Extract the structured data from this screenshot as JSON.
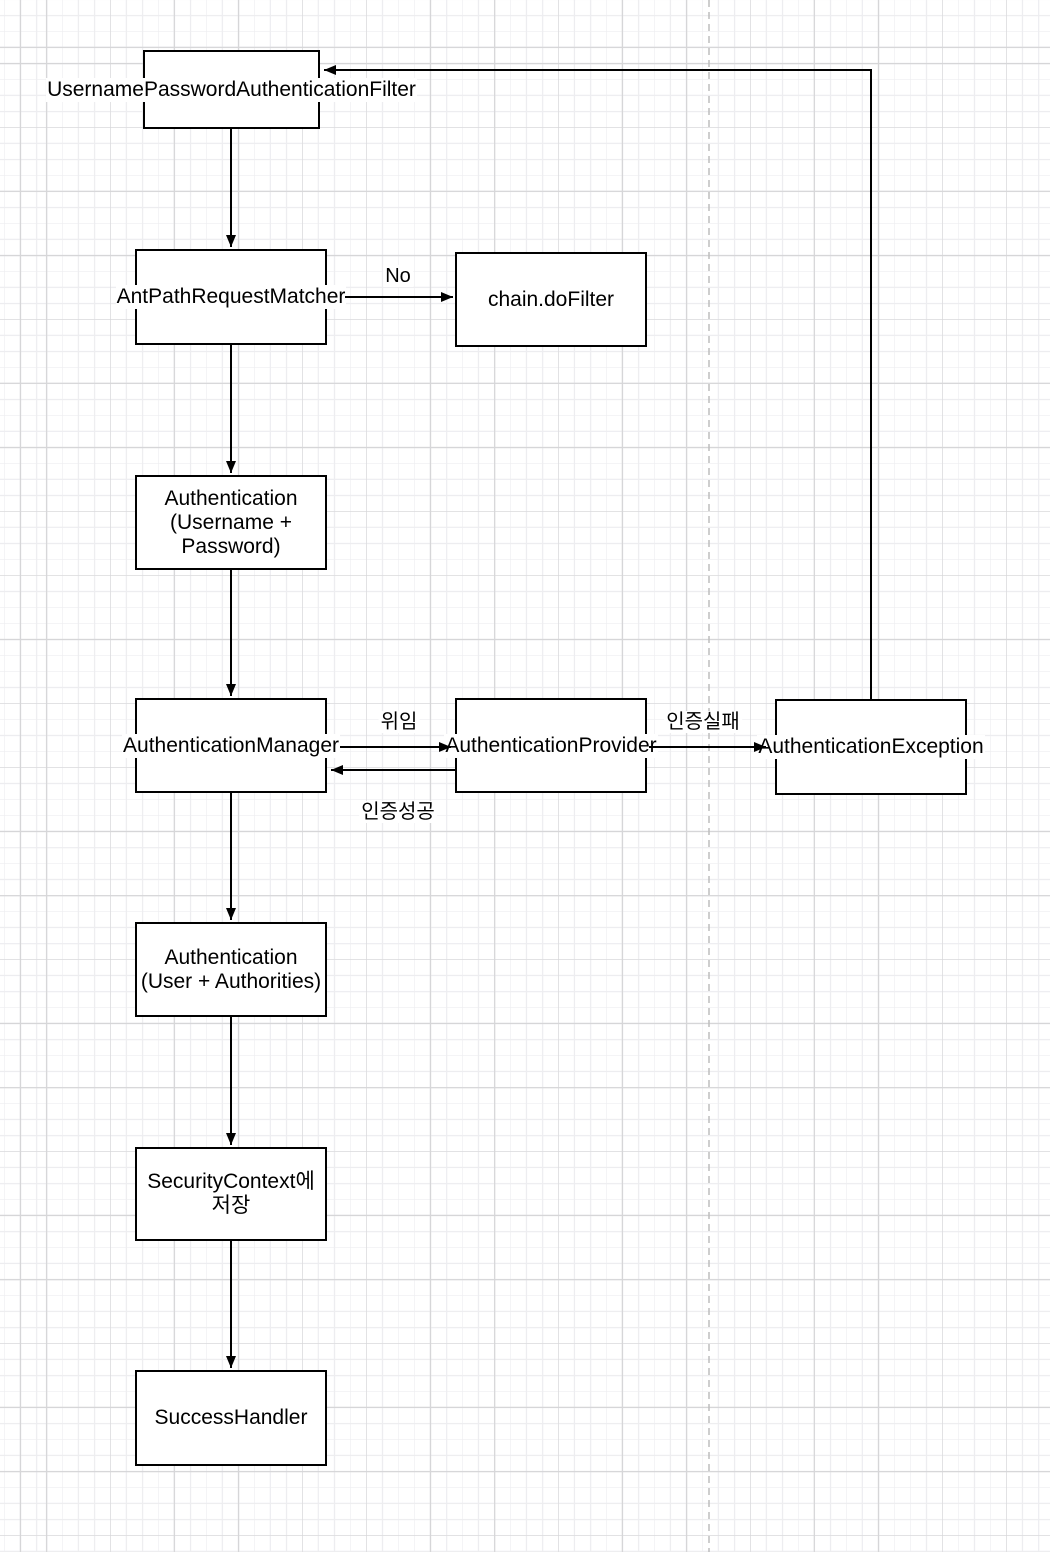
{
  "diagram": {
    "nodes": {
      "filter": {
        "label": "UsernamePasswordAuthenticationFilter"
      },
      "matcher": {
        "label": "AntPathRequestMatcher"
      },
      "chain_dofilter": {
        "label": "chain.doFilter"
      },
      "auth_username_password": {
        "lines": [
          "Authentication",
          "(Username +",
          "Password)"
        ]
      },
      "auth_manager": {
        "label": "AuthenticationManager"
      },
      "auth_provider": {
        "label": "AuthenticationProvider"
      },
      "auth_exception": {
        "label": "AuthenticationException"
      },
      "auth_user_authorities": {
        "lines": [
          "Authentication",
          "(User + Authorities)"
        ]
      },
      "security_context_save": {
        "lines": [
          "SecurityContext에",
          "저장"
        ]
      },
      "success_handler": {
        "label": "SuccessHandler"
      }
    },
    "edge_labels": {
      "no": "No",
      "delegate": "위임",
      "auth_success": "인증성공",
      "auth_fail": "인증실패"
    },
    "colors": {
      "line": "#000000",
      "box_border": "#000000",
      "box_fill": "#ffffff",
      "grid_minor": "#ededf0",
      "grid_major": "#d6d6d8",
      "dashed_guide": "#bdbdbd"
    }
  }
}
